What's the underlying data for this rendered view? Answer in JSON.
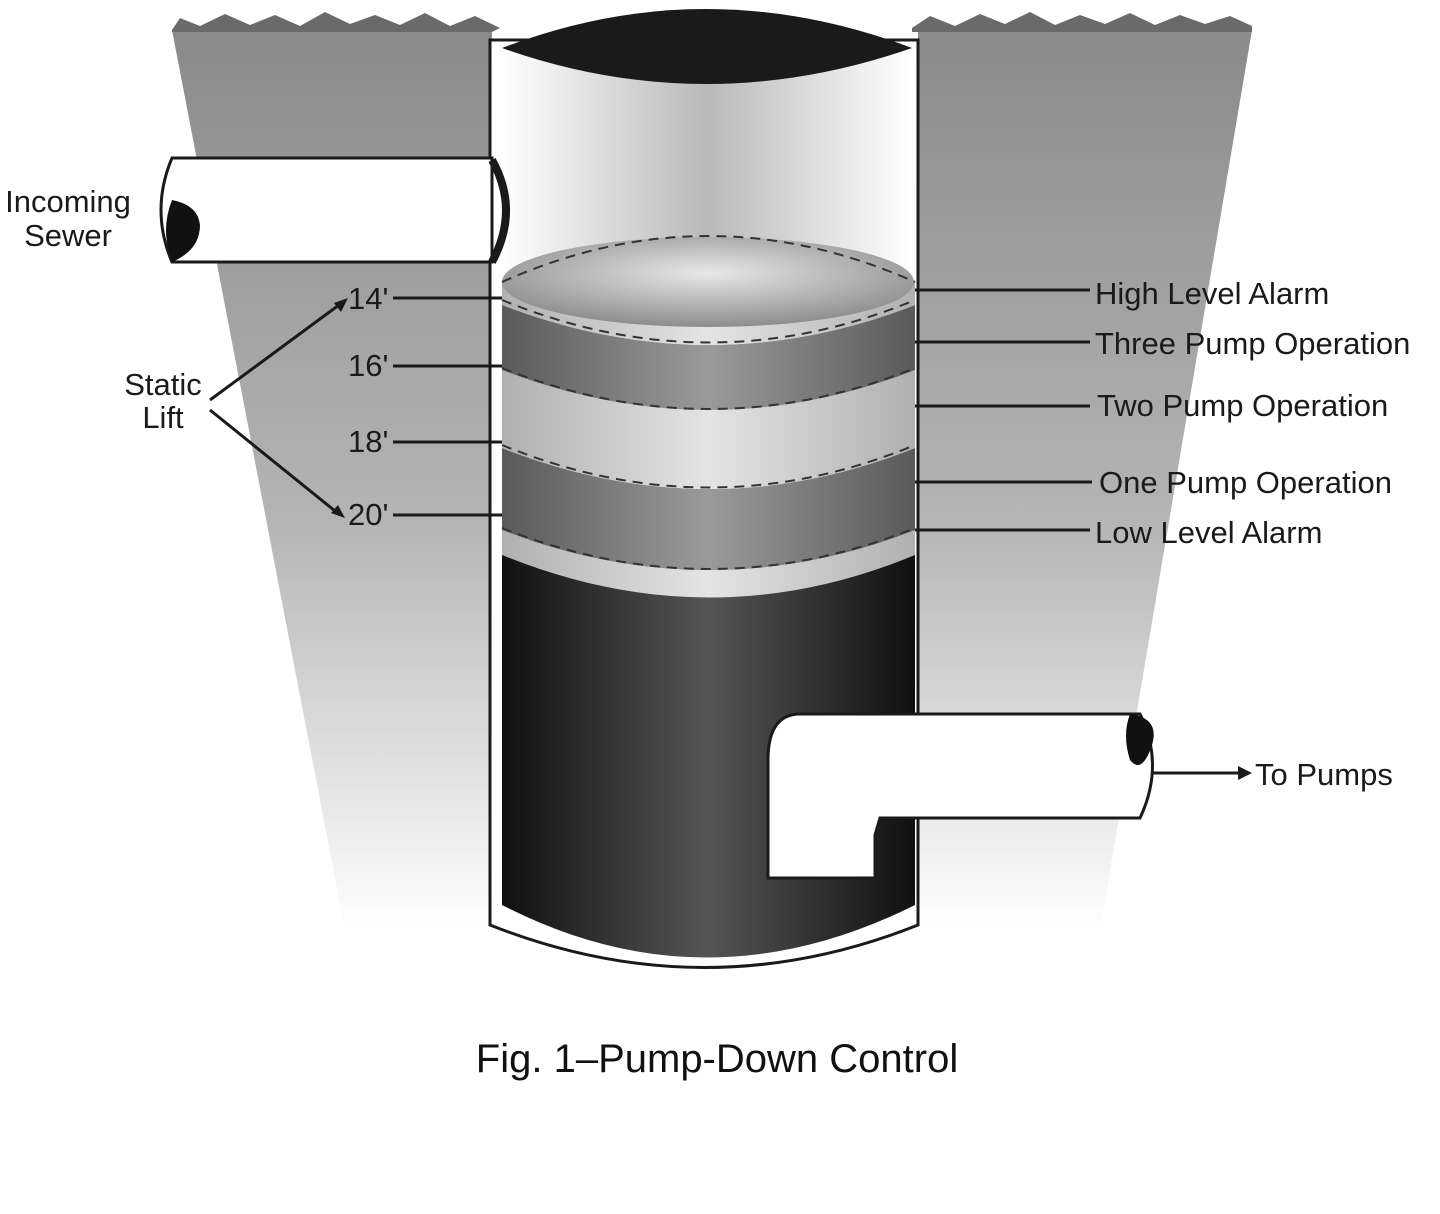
{
  "figure": {
    "caption": "Fig. 1–Pump-Down Control"
  },
  "labels": {
    "incoming_sewer": [
      "Incoming",
      "Sewer"
    ],
    "static_lift": [
      "Static",
      "Lift"
    ],
    "to_pumps": "To Pumps"
  },
  "depths": [
    "14'",
    "16'",
    "18'",
    "20'"
  ],
  "levels": [
    "High Level Alarm",
    "Three Pump Operation",
    "Two Pump Operation",
    "One Pump Operation",
    "Low Level Alarm"
  ],
  "colors": {
    "soil": "#9a9a9a",
    "well_wall": "#ffffff",
    "liquid_dark": "#1c1c1c",
    "band_mid": "#6e6e6e",
    "band_light": "#c8c8c8",
    "outline": "#1a1a1a"
  }
}
